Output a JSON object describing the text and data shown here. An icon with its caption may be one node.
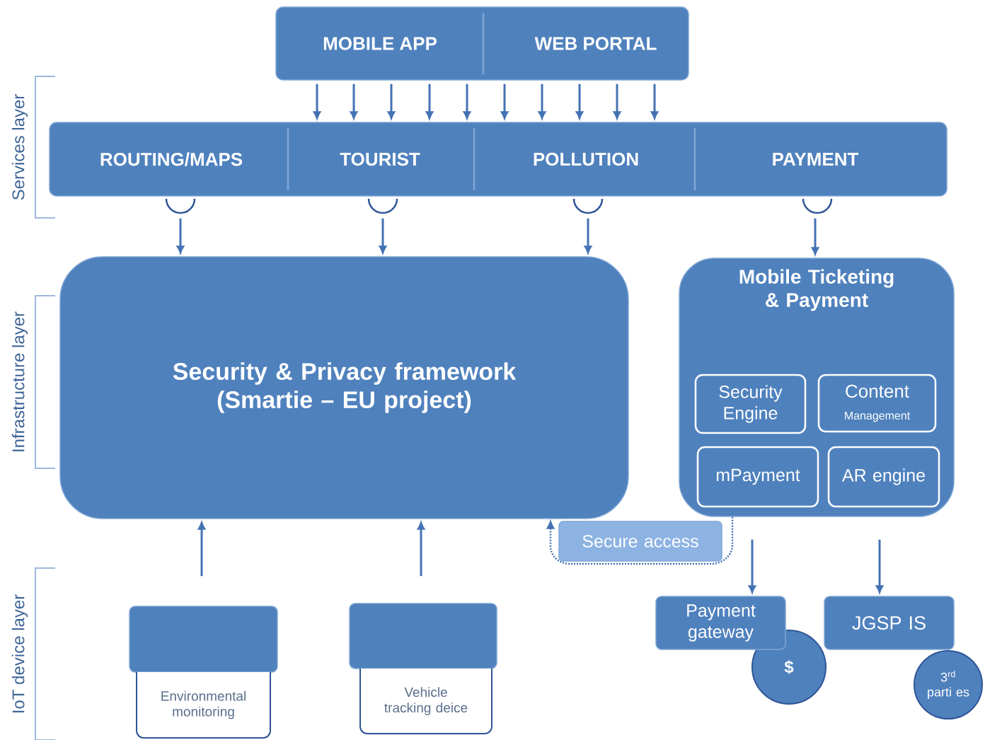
{
  "diagram": {
    "nodes": [
      {
        "text": [
          "MOBILE APP",
          "WEB PORTAL"
        ]
      },
      {
        "text": [
          "ROUTING/MAPS",
          "TOURIST",
          "POLLUTION",
          "PAYMENT"
        ]
      },
      {
        "text": [
          "Security & Privacy framework (Smartie – EU project)"
        ]
      },
      {
        "text": [
          "Mobile Ticketing & Payment"
        ]
      },
      {
        "text": [
          "Security Engine"
        ],
        "in": 3
      },
      {
        "text": [
          "Content",
          "Management"
        ],
        "in": 3
      },
      {
        "text": [
          "mPayment"
        ],
        "in": 3
      },
      {
        "text": [
          "AR engine"
        ],
        "in": 3
      },
      {
        "text": [
          "Secure access"
        ]
      },
      {
        "text": [],
        "shape": "box"
      },
      {
        "text": [
          "Environmental monitoring"
        ]
      },
      {
        "text": [],
        "shape": "box"
      },
      {
        "text": [
          "Vehicle tracking deice"
        ]
      },
      {
        "text": [
          "Payment gateway"
        ]
      },
      {
        "text": [
          "$"
        ]
      },
      {
        "text": [
          "JGSP IS"
        ]
      },
      {
        "text": [
          "3$^{rd}$ parti es"
        ]
      }
    ],
    "edges": [
      {
        "from": 0,
        "to": 1,
        "arrow": "to"
      },
      {
        "from": 0,
        "to": 1,
        "arrow": "to"
      },
      {
        "from": 0,
        "to": 1,
        "arrow": "to"
      },
      {
        "from": 0,
        "to": 1,
        "arrow": "to"
      },
      {
        "from": 0,
        "to": 1,
        "arrow": "to"
      },
      {
        "from": 0,
        "to": 1,
        "arrow": "to"
      },
      {
        "from": 0,
        "to": 1,
        "arrow": "to"
      },
      {
        "from": 0,
        "to": 1,
        "arrow": "to"
      },
      {
        "from": 0,
        "to": 1,
        "arrow": "to"
      },
      {
        "from": 0,
        "to": 1,
        "arrow": "to"
      },
      {
        "from": 1,
        "to": 2,
        "arrow": "to"
      },
      {
        "from": 1,
        "to": 2,
        "arrow": "to"
      },
      {
        "from": 1,
        "to": 2,
        "arrow": "to"
      },
      {
        "from": 1,
        "to": 3,
        "arrow": "to"
      },
      {
        "from": 9,
        "to": 2,
        "arrow": "to"
      },
      {
        "from": 11,
        "to": 2,
        "arrow": "to"
      },
      {
        "from": 3,
        "to": 2,
        "arrow": "to",
        "style": "dashed"
      },
      {
        "from": 3,
        "to": 13,
        "arrow": "to"
      },
      {
        "from": 3,
        "to": 15,
        "arrow": "to"
      }
    ],
    "labels": [
      "Services layer",
      "Infrastructure layer",
      "IoT device layer"
    ]
  }
}
